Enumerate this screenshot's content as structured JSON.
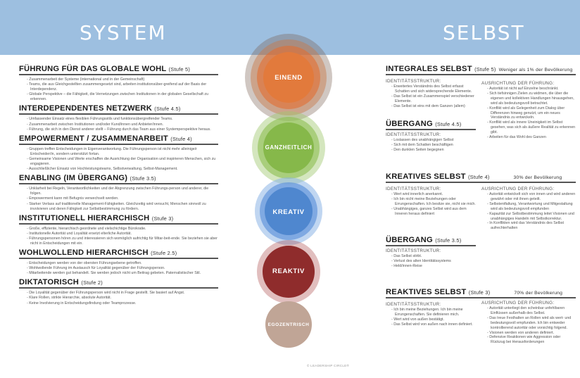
{
  "header": {
    "left_title": "SYSTEM",
    "right_title": "SELBST"
  },
  "colors": {
    "band": "#9dbfe0",
    "einend": "#e07a35",
    "ganzheitlich": "#8fbd4f",
    "kreativ": "#4f87cf",
    "reaktiv": "#8f2c2c",
    "egozentrisch": "#bfa292"
  },
  "system": [
    {
      "title": "FÜHRUNG FÜR DAS GLOBALE WOHL",
      "stufe": "(Stufe 5)",
      "bullets": [
        "Zusammenarbeit der Systeme (international und in der Gemeinschaft)",
        "Teams, die aus Gleichgestellten zusammengesetzt sind, arbeiten institutionsüber-greifend auf der Basis der Interdependenz.",
        "Globale Perspektive – die Fähigkeit, die Vernetzungen zwischen Institutionen in der globalen Gesellschaft zu erkennen."
      ]
    },
    {
      "title": "INTERDEPENDENTES NETZWERK",
      "stufe": "(Stufe 4.5)",
      "bullets": [
        "Umfassender Einsatz eines flexiblen Führungsstils und funktionsübergreifender Teams.",
        "Zusammenarbeit zwischen Institutionen und/oder Kund/innen und Anbieter/innen.",
        "Führung, die sich in den Dienst anderer stellt – Führung durch das Team aus einer Systemperspektive heraus."
      ]
    },
    {
      "title": "EMPOWERMENT / ZUSAMMENARBEIT",
      "stufe": "(Stufe 4)",
      "bullets": [
        "Gruppen treffen Entscheidungen in Eigenverantwortung. Die Führungsperson ist nicht mehr alleinige/r Entscheider/in, sondern unterstützt fortan.",
        "Gemeinsame Visionen und Werte erschaffen die Ausrichtung der Organisation und inspirieren Menschen, sich zu engagieren.",
        "Ausschließlicher Einsatz von Hochleistungsteams, Selbstverwaltung, Selbst-Management."
      ]
    },
    {
      "title": "ENABLING (IM ÜBERGANG)",
      "stufe": "(Stufe 3.5)",
      "bullets": [
        "Unklarheit bei Regeln, Verantwortlichkeiten und der Abgrenzung zwischen Führungs-person und anderer, die folgen.",
        "Empowerment kann mit Befugnis verwechselt werden.",
        "Starker Verlass auf traditionelle Management-Fähigkeiten. Gleichzeitig wird versucht, Menschen sinnvoll zu involvieren und deren Fähigkeit zur Selbstbestimmung zu fördern."
      ]
    },
    {
      "title": "INSTITUTIONELL HIERARCHISCH",
      "stufe": "(Stufe 3)",
      "bullets": [
        "Große, effiziente, hierarchisch geordnete und vielschichtige Bürokratie.",
        "Institutionelle Autorität und Loyalität ersetzt elterliche Autorität.",
        "Führungspersonen hören zu und interessieren sich womöglich aufrichtig für Mitar-beit-ende. Sie beziehen sie aber nicht in Entscheidungen mit ein."
      ]
    },
    {
      "title": "WOHLWOLLEND HIERARCHISCH",
      "stufe": "(Stufe 2.5)",
      "bullets": [
        "Entscheidungen werden von der obersten Führungsebene getroffen.",
        "Wohlwollende Führung im Austausch für Loyalität gegenüber der Führungsperson.",
        "Mitarbeitende werden gut behandelt. Sie werden jedoch nicht um Beitrag gebeten. Paternalistischer Stil."
      ]
    },
    {
      "title": "DIKTATORISCH",
      "stufe": "(Stufe 2)",
      "bullets": [
        "Die Loyalität gegenüber der Führungsperson wird nicht in Frage gestellt. Sie basiert auf Angst.",
        "Klare Rollen, strikte Hierarchie, absolute Autorität.",
        "Keine Involvierung in Entscheidungsfindung oder Teamprozesse."
      ]
    }
  ],
  "circles": {
    "einend": "EINEND",
    "ganzheitlich": "GANZHEITLICH",
    "kreativ": "KREATIV",
    "reaktiv": "REAKTIV",
    "egozentrisch": "EGOZENTRISCH"
  },
  "selbst": {
    "integral": {
      "title": "INTEGRALES SELBST",
      "stufe": "(Stufe 5)",
      "pct": "Weniger als 1% der Bevölkerung",
      "ident_label": "IDENTITÄTSSTRUKTUR:",
      "ident": [
        "Erweitertes Verständnis des Selbst erfasst Schatten und sich widersprechende Elemente.",
        "Das Selbst ist ein Zusammenspiel verschiedener Elemente.",
        "Das Selbst ist eins mit dem Ganzen (allem)"
      ],
      "align_label": "AUSRICHTUNG DER FÜHRUNG:",
      "align": [
        "Autorität ist nicht auf Einzelne beschränkt.",
        "Sich tiefsinnigen Zielen zu widmen, die über die eigenen und kollektiven Handlungen hinausgehen, wird als bedeutungsvoll betrachtet.",
        "Konflikt wird als Gelegenheit zum Dialog über Differenzen hinweg genutzt, um ein neues Verständnis zu entwickeln.",
        "Konflikt wird als innere Uneinigkeit im Selbst gesehen, was sich als äußere Realität zu erkennen gibt.",
        "Arbeiten für das Wohl des Ganzen"
      ],
      "uebergang_title": "ÜBERGANG",
      "uebergang_stufe": "(Stufe 4.5)",
      "uebergang_ident_label": "IDENTITÄTSSTRUKTUR:",
      "uebergang": [
        "Loslassen des unabhängigen Selbst",
        "Sich mit dem Schatten beschäftigen",
        "Den dunklen Seiten begegnen"
      ]
    },
    "kreativ": {
      "title": "KREATIVES SELBST",
      "stufe": "(Stufe 4)",
      "pct": "30% der Bevölkerung",
      "ident_label": "IDENTITÄTSSTRUKTUR:",
      "ident": [
        "Wert wird innerlich anerkannt.",
        "Ich bin nicht meine Beziehungen oder Errungenschaften. Ich besitze sie, nicht sie mich.",
        "Unabhängiges, ganzes Selbst wird aus dem Inneren heraus definiert"
      ],
      "align_label": "AUSRICHTUNG DER FÜHRUNG:",
      "align": [
        "Autorität entwickelt sich von innen und wird anderen gewährt oder mit ihnen geteilt.",
        "Selbstentfaltung, Verantwortung und Mitgestaltung wird als bedeutungsvoll empfunden",
        "Kapazität zur Selbstbestimmung leitet Visionen und unabhängiges Handeln mit Selbstkorrektur.",
        "In Konflikten wird das Verständnis des Selbst aufrechterhalten"
      ],
      "uebergang_title": "ÜBERGANG",
      "uebergang_stufe": "(Stufe 3.5)",
      "uebergang_ident_label": "IDENTITÄTSSTRUKTUR:",
      "uebergang": [
        "Das Selbst stirbt.",
        "Verlust des alten Identitätssystems",
        "Held/innen-Reise"
      ]
    },
    "reaktiv": {
      "title": "REAKTIVES SELBST",
      "stufe": "(Stufe 3)",
      "pct": "70% der Bevölkerung",
      "ident_label": "IDENTITÄTSSTRUKTUR:",
      "ident": [
        "Ich bin meine Beziehungen. Ich bin meine Errungenschaften. Sie definieren mich.",
        "Wert wird von außen bestätigt.",
        "Das Selbst wird von außen nach innen definiert."
      ],
      "align_label": "AUSRICHTUNG DER FÜHRUNG:",
      "align": [
        "Autorität unterliegt den scheinbar unfehlbaren Einflüssen außerhalb des Selbst.",
        "Das treue Festhalten an Rollen wird als wert- und bedeutungsvoll empfunden. Ich bin entweder kontrollierend autoritär oder vorsichtig folgend.",
        "Visionen werden von anderen definiert.",
        "Defensive Reaktionen wie Aggression oder Rückzug bei Herausforderungen"
      ]
    }
  },
  "footer": "© LEADERSHIP CIRCLE®"
}
